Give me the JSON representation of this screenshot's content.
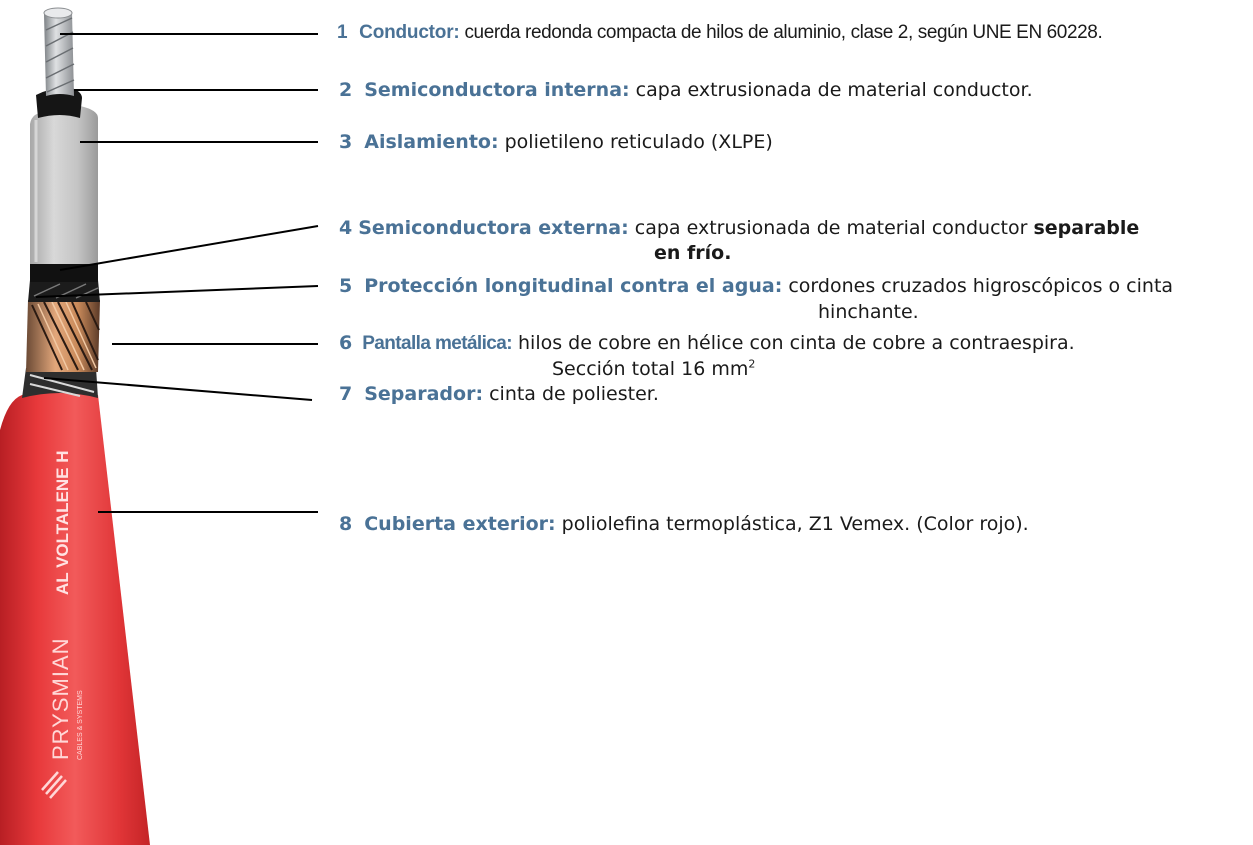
{
  "diagram": {
    "cable_print": {
      "brand": "PRYSMIAN",
      "brand_sub": "CABLES & SYSTEMS",
      "product": "AL VOLTALENE H"
    },
    "colors": {
      "label_blue": "#4a7296",
      "sheath_red": "#e8393b",
      "insulation_grey": "#c9c9c9",
      "conductor_silver": "#b9bcc0",
      "copper": "#c98a5a"
    },
    "layers": [
      {
        "number": "1",
        "term": "Conductor:",
        "text": "cuerda redonda compacta de hilos de aluminio, clase 2, según UNE EN 60228."
      },
      {
        "number": "2",
        "term": "Semiconductora interna:",
        "text": "capa extrusionada de material conductor."
      },
      {
        "number": "3",
        "term": "Aislamiento:",
        "text": "polietileno reticulado (XLPE)"
      },
      {
        "number": "4",
        "term": "Semiconductora externa:",
        "text": "capa extrusionada de material conductor",
        "text_bold": "separable",
        "text_bold_cont": "en frío."
      },
      {
        "number": "5",
        "term": "Protección longitudinal contra el agua:",
        "text": "cordones cruzados higroscópicos o cinta",
        "text_cont": "hinchante."
      },
      {
        "number": "6",
        "term": "Pantalla metálica:",
        "text": "hilos de cobre en hélice con cinta de cobre a contraespira.",
        "text_cont": "Sección total 16 mm",
        "unit_exp": "2"
      },
      {
        "number": "7",
        "term": "Separador:",
        "text": "cinta de poliester."
      },
      {
        "number": "8",
        "term": "Cubierta exterior:",
        "text": "poliolefina termoplástica, Z1 Vemex. (Color rojo)."
      }
    ]
  }
}
